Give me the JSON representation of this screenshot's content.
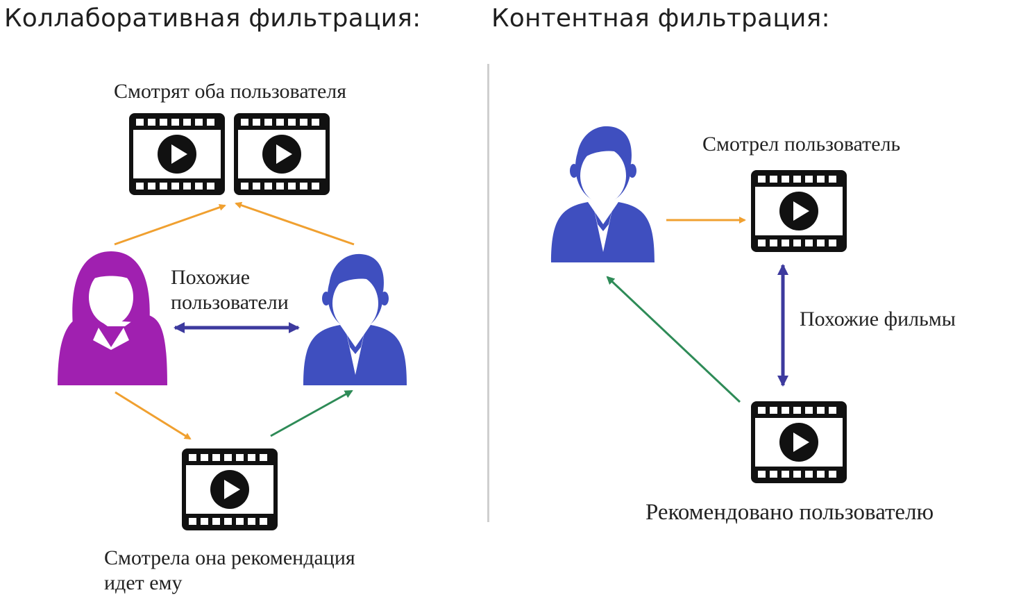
{
  "collaborative": {
    "title": "Коллаборативная фильтрация:",
    "both_watch": "Смотрят оба пользователя",
    "similar_users": "Похожие\nпользователи",
    "recommendation": "Смотрела она рекомендация\nидет ему"
  },
  "content": {
    "title": "Контентная фильтрация:",
    "user_watched": "Смотрел пользователь",
    "similar_films": "Похожие фильмы",
    "recommended": "Рекомендовано пользователю"
  },
  "colors": {
    "female_user": "#a020b0",
    "male_user": "#3f4fbf",
    "arrow_orange": "#f0a030",
    "arrow_green": "#2e8b57",
    "arrow_similar": "#3d3a9e",
    "film": "#111111"
  },
  "icons": {
    "female": "female-user-icon",
    "male": "male-user-icon",
    "film": "film-play-icon"
  }
}
